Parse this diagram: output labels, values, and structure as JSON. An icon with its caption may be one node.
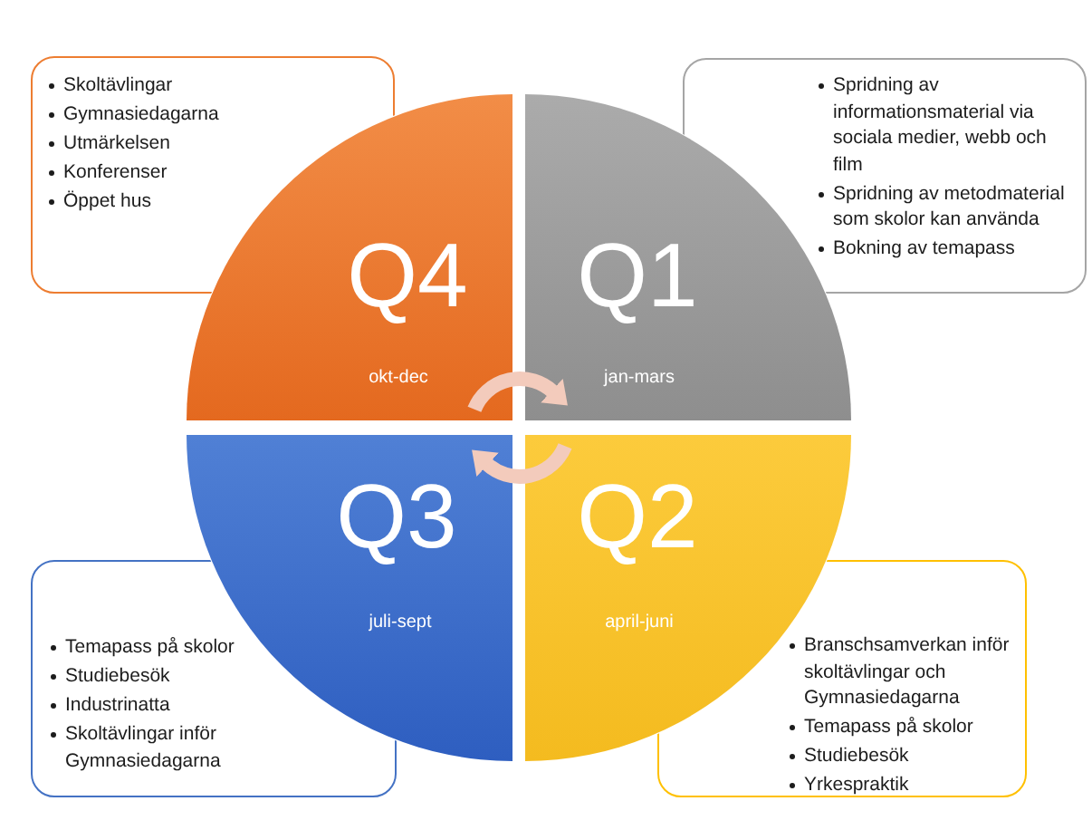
{
  "diagram": {
    "nodes": [
      {
        "text": [
          "Skoltävlingar",
          "Gymnasiedagarna",
          "Utmärkelsen",
          "Konferenser",
          "Öppet hus"
        ]
      },
      {
        "text": [
          "Spridning av informationsmaterial via sociala medier, webb och film",
          "Spridning av metodmaterial som skolor kan använda",
          "Bokning av temapass"
        ]
      },
      {
        "text": [
          "Q4",
          "okt-dec"
        ]
      },
      {
        "text": [
          "Q1",
          "jan-mars"
        ]
      },
      {
        "text": [
          "Q3",
          "juli-sept"
        ]
      },
      {
        "text": [
          "Q2",
          "april-juni"
        ]
      },
      {
        "text": [
          "Temapass på skolor",
          "Studiebesök",
          "Industrinatta",
          "Skoltävlingar inför Gymnasiedagarna"
        ]
      },
      {
        "text": [
          "Branschsamverkan inför skoltävlingar och Gymnasiedagarna",
          "Temapass på skolor",
          "Studiebesök",
          "Yrkespraktik"
        ]
      }
    ],
    "edges": [
      {
        "from": 2,
        "to": 3,
        "arrow": "to"
      },
      {
        "from": 5,
        "to": 4,
        "arrow": "to"
      }
    ]
  }
}
